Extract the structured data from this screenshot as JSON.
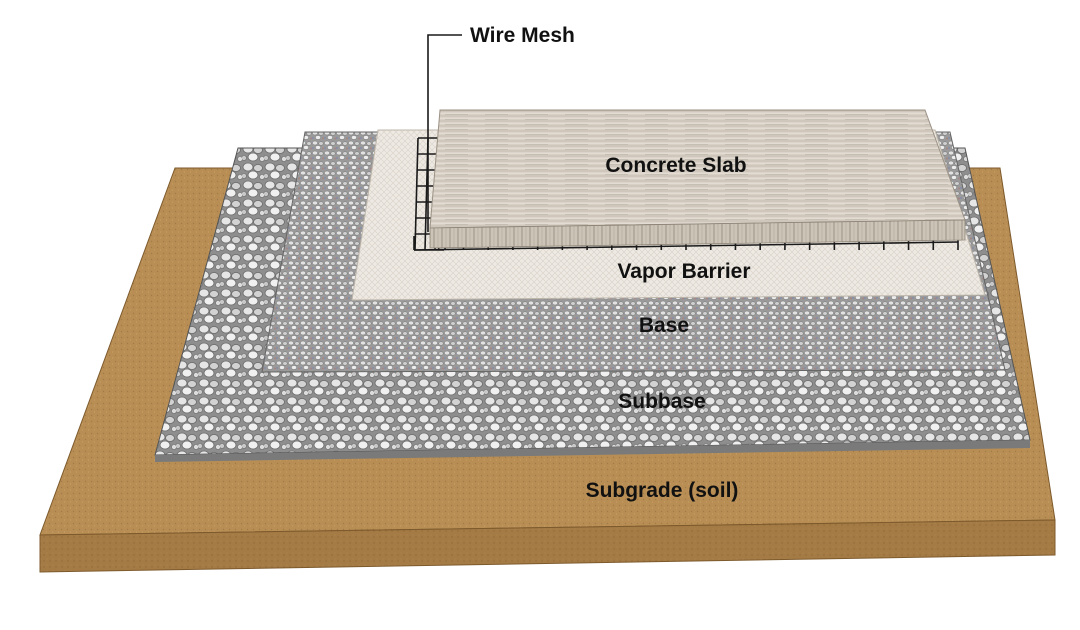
{
  "diagram": {
    "labels": {
      "wire_mesh": "Wire Mesh",
      "concrete_slab": "Concrete Slab",
      "vapor_barrier": "Vapor Barrier",
      "base": "Base",
      "subbase": "Subbase",
      "subgrade": "Subgrade (soil)"
    },
    "colors": {
      "subgrade_top": "#b88e55",
      "subgrade_side": "#a67c47",
      "subbase": "#b9b9b9",
      "base": "#c4c4c4",
      "vapor_barrier": "#efeae3",
      "concrete_slab": "#d9d2c8",
      "wire_mesh": "#1a1a1a"
    }
  }
}
